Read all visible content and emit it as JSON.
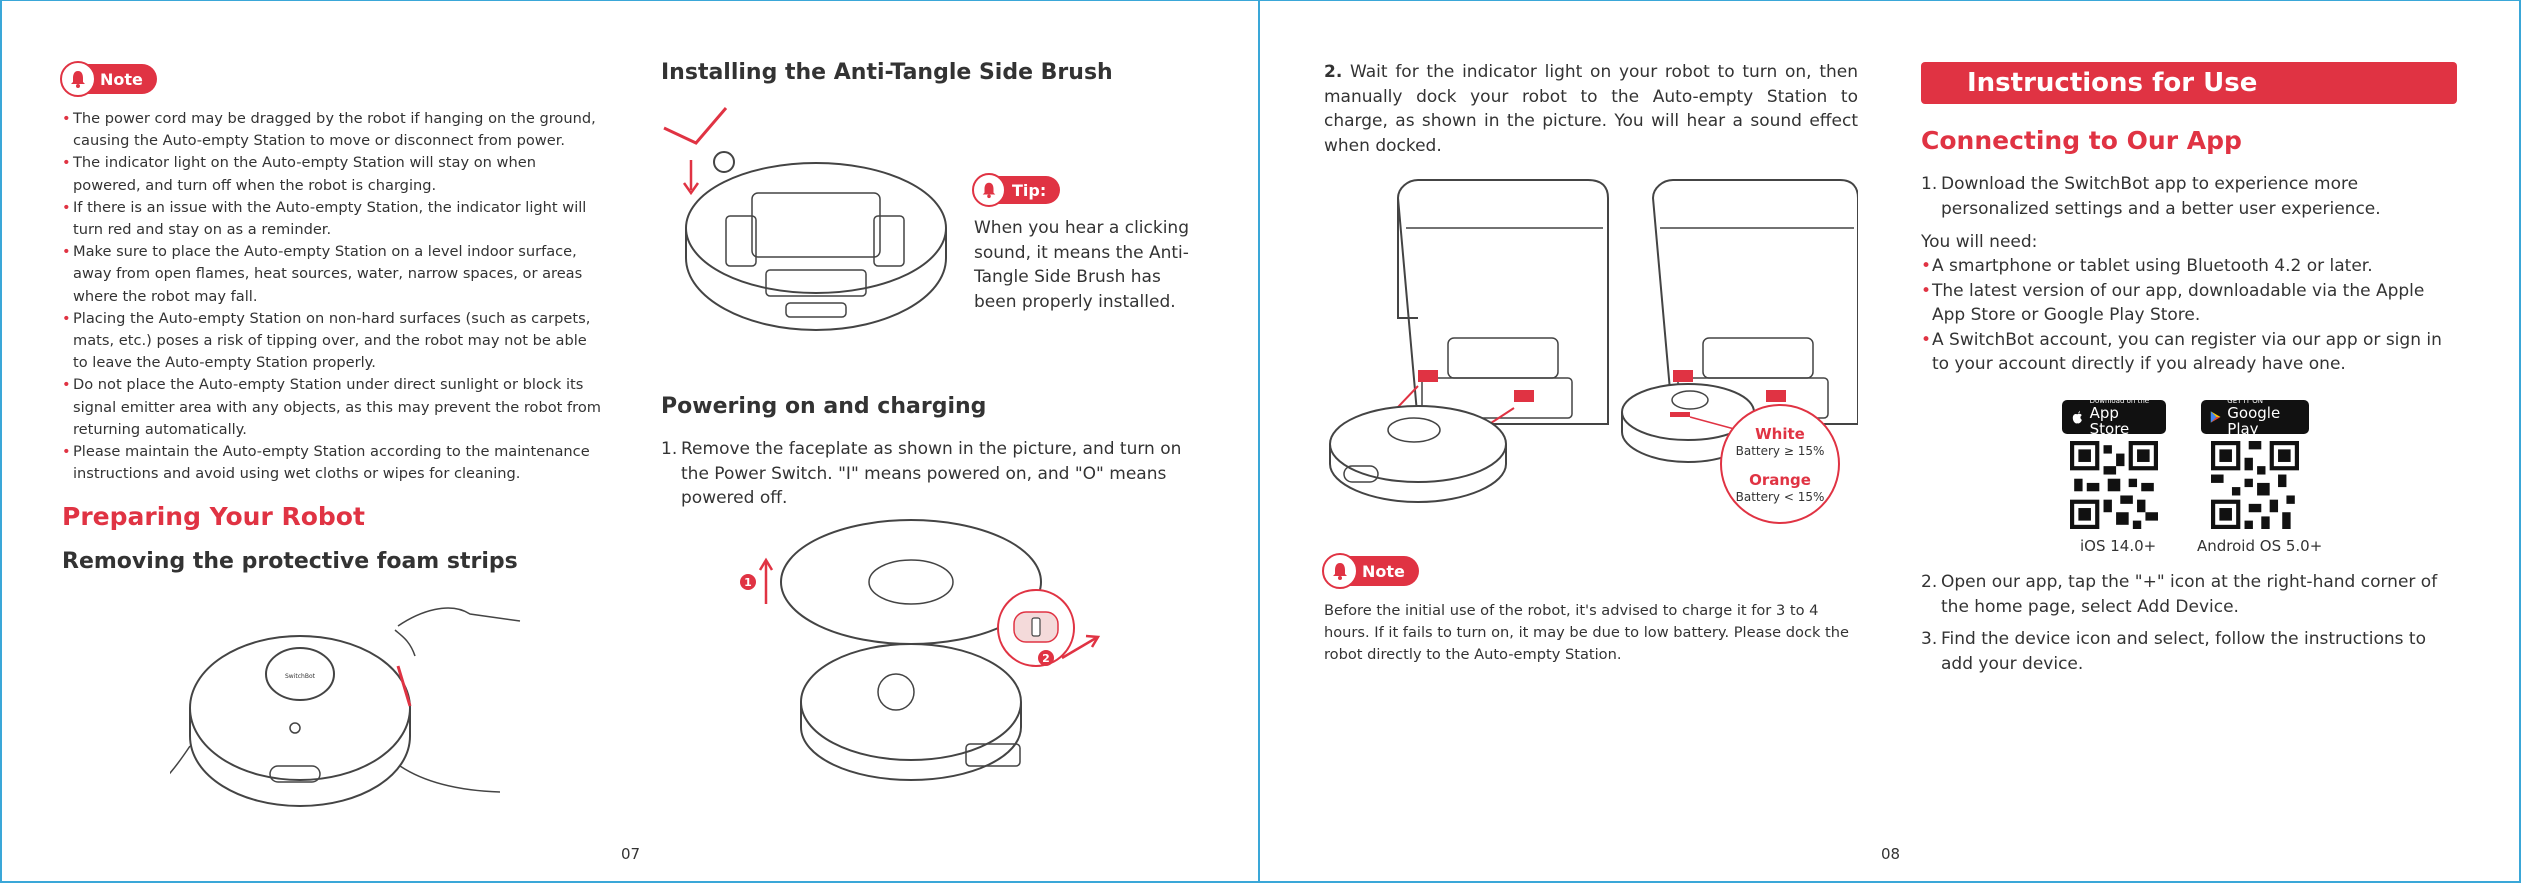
{
  "left_page": {
    "note_label": "Note",
    "note_bullets": [
      "The power cord may be dragged by the robot if hanging on the ground, causing the Auto-empty Station to move or disconnect from power.",
      "The indicator light on the Auto-empty Station will stay on when powered, and turn off when the robot is charging.",
      "If there is an issue with the Auto-empty Station, the indicator light will turn red and stay on as a reminder.",
      "Make sure to place the Auto-empty Station on a level indoor surface, away from open flames, heat sources, water, narrow spaces, or areas where the robot may fall.",
      "Placing the Auto-empty Station on non-hard surfaces (such as carpets, mats, etc.) poses a risk of tipping over, and the robot may not be able to leave the Auto-empty Station properly.",
      "Do not place the Auto-empty Station under direct sunlight or block its signal emitter area with any objects, as this may prevent the robot from returning automatically.",
      "Please maintain the Auto-empty Station according to the maintenance instructions and avoid using wet cloths or wipes for cleaning."
    ],
    "preparing_heading": "Preparing Your Robot",
    "removing_heading": "Removing the protective foam strips",
    "robot_brand": "SwitchBot",
    "anti_tangle_heading": "Installing the Anti-Tangle Side Brush",
    "tip_label": "Tip:",
    "tip_text": "When you hear a clicking sound, it means the Anti-Tangle Side Brush has been properly installed.",
    "powering_heading": "Powering on and charging",
    "powering_steps": [
      {
        "num": "1.",
        "text": "Remove the faceplate as shown in the picture, and turn on the Power Switch. \"I\" means powered on, and \"O\" means powered off."
      }
    ],
    "callout_1": "1",
    "callout_2": "2",
    "page_number": "07"
  },
  "right_page": {
    "step2_num": "2.",
    "step2_text": "Wait for the indicator light on your robot to turn on, then manually dock your robot to the Auto-empty Station to charge, as shown in the picture. You will hear a sound effect when docked.",
    "indicator_white_label": "White",
    "indicator_white_desc": "Battery ≥ 15%",
    "indicator_orange_label": "Orange",
    "indicator_orange_desc": "Battery < 15%",
    "note_label": "Note",
    "note_text": "Before the initial use of the robot, it's advised to charge it for 3 to 4 hours. If it fails to turn on, it may be due to low battery. Please dock the robot directly to the Auto-empty Station.",
    "section_title": "Instructions for Use",
    "connecting_heading": "Connecting to Our App",
    "app_steps_first": {
      "num": "1.",
      "text": "Download the SwitchBot app to experience more personalized settings and a better user experience."
    },
    "you_will_need": "You will need:",
    "needs": [
      "A smartphone or tablet using Bluetooth 4.2 or later.",
      "The latest version of our app, downloadable via the Apple App Store or Google Play Store.",
      "A SwitchBot account, you can register via our app or sign in to your account directly if you already have one."
    ],
    "app_store_small": "Download on the",
    "app_store_big": "App Store",
    "google_play_small": "GET IT ON",
    "google_play_big": "Google Play",
    "ios_caption": "iOS 14.0+",
    "android_caption": "Android OS 5.0+",
    "app_steps_rest": [
      {
        "num": "2.",
        "text": "Open our app, tap the \"+\" icon at the right-hand corner of the home page, select Add Device."
      },
      {
        "num": "3.",
        "text": "Find the device icon and select, follow the instructions to add your device."
      }
    ],
    "page_number": "08"
  },
  "colors": {
    "accent_red": "#e03343",
    "frame_blue": "#3aa7d8",
    "text": "#333333",
    "orange_indicator": "#e03343"
  },
  "icons": [
    "bell-icon",
    "apple-icon",
    "google-play-icon",
    "qr-code-icon",
    "arrow-up-icon",
    "arrow-right-icon"
  ]
}
